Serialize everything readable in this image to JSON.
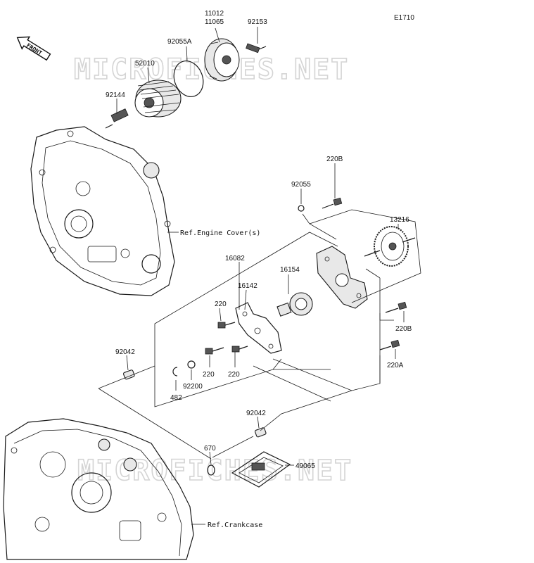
{
  "diagram_code": "E1710",
  "front_label": "FRONT",
  "watermark": "MICROFICHES.NET",
  "refs": {
    "engine_cover": "Ref.Engine Cover(s)",
    "crankcase": "Ref.Crankcase"
  },
  "parts": {
    "p11012": "11012",
    "p11065": "11065",
    "p92153": "92153",
    "p92055A": "92055A",
    "p52010": "52010",
    "p92144": "92144",
    "p92055": "92055",
    "p220B_top": "220B",
    "p13216": "13216",
    "p16082": "16082",
    "p16154": "16154",
    "p16142": "16142",
    "p220_a": "220",
    "p220_b": "220",
    "p220_c": "220",
    "p92042_left": "92042",
    "p92200": "92200",
    "p482": "482",
    "p220B_right": "220B",
    "p220A": "220A",
    "p92042_low": "92042",
    "p670": "670",
    "p49065": "49065"
  }
}
